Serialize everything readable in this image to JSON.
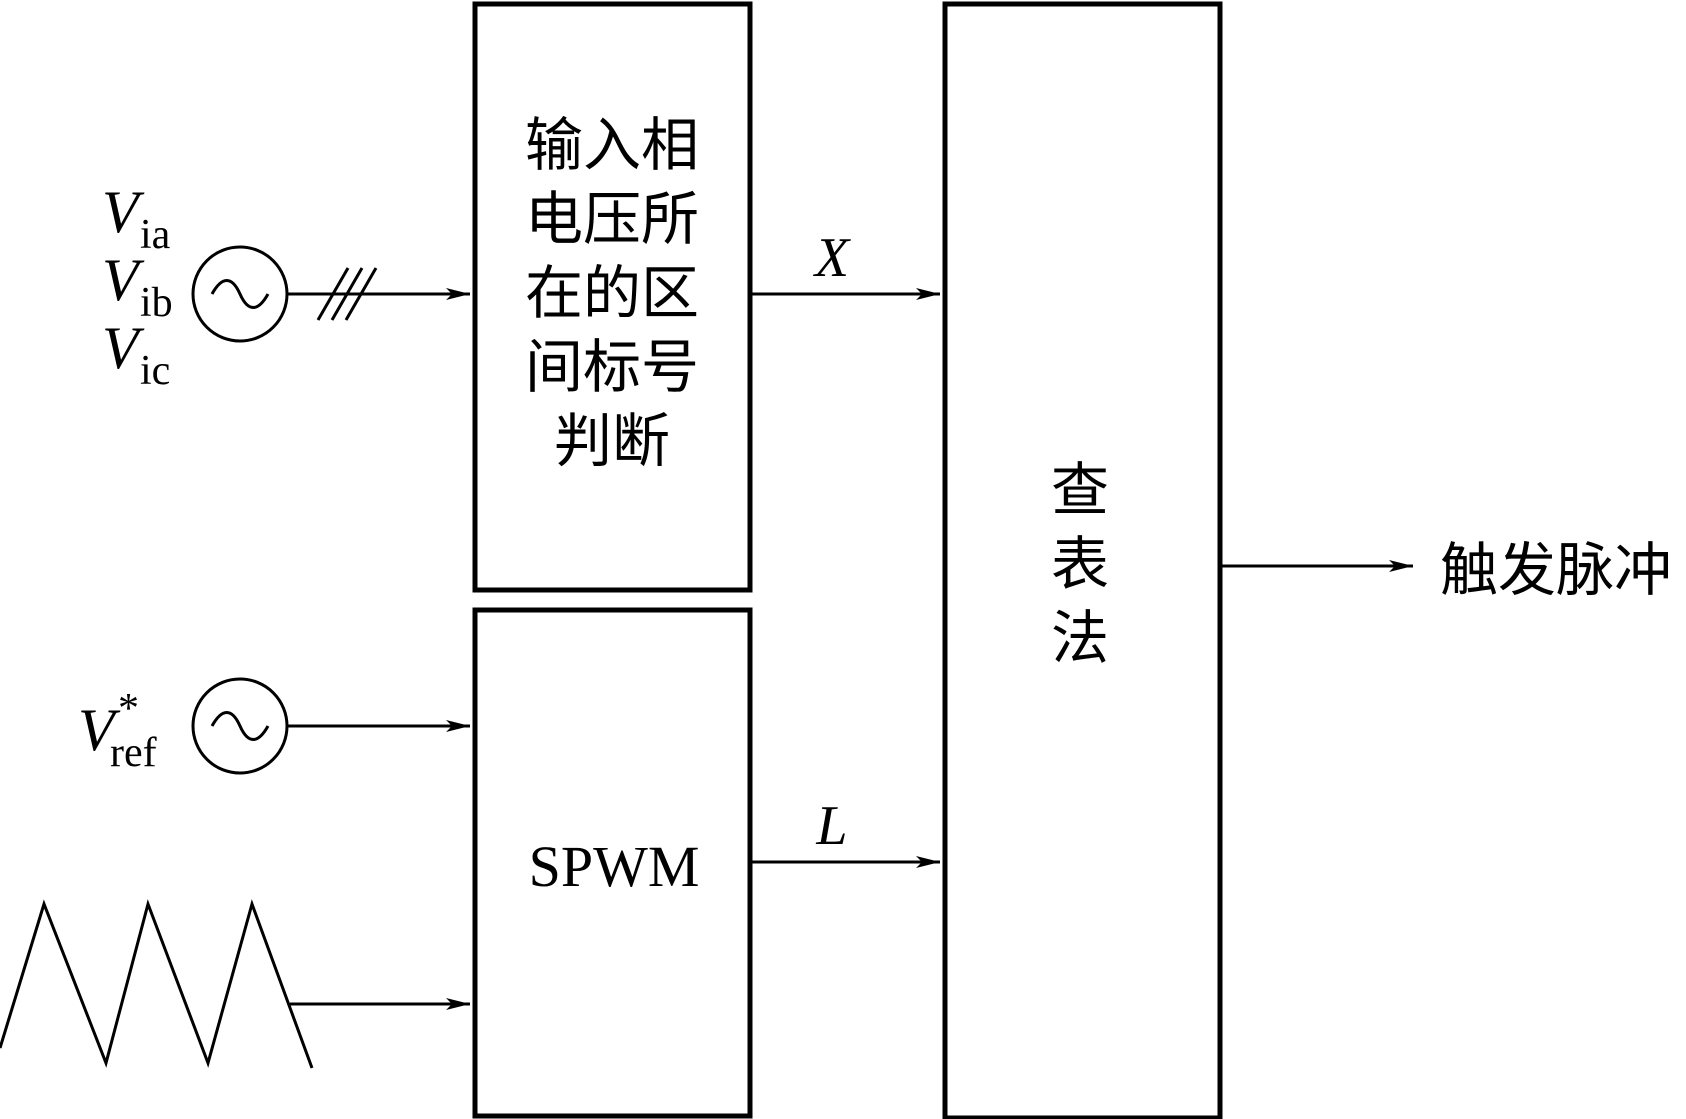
{
  "inputs": {
    "v_symbol": "V",
    "via_sub": "ia",
    "vib_sub": "ib",
    "vic_sub": "ic",
    "vref_sub": "ref",
    "vref_sup": "*"
  },
  "blocks": {
    "sector_lines": [
      "输入相",
      "电压所",
      "在的区",
      "间标号",
      "判断"
    ],
    "spwm": "SPWM",
    "lookup_lines": [
      "查",
      "表",
      "法"
    ]
  },
  "signals": {
    "x_label": "X",
    "l_label": "L"
  },
  "output": {
    "label": "触发脉冲"
  }
}
